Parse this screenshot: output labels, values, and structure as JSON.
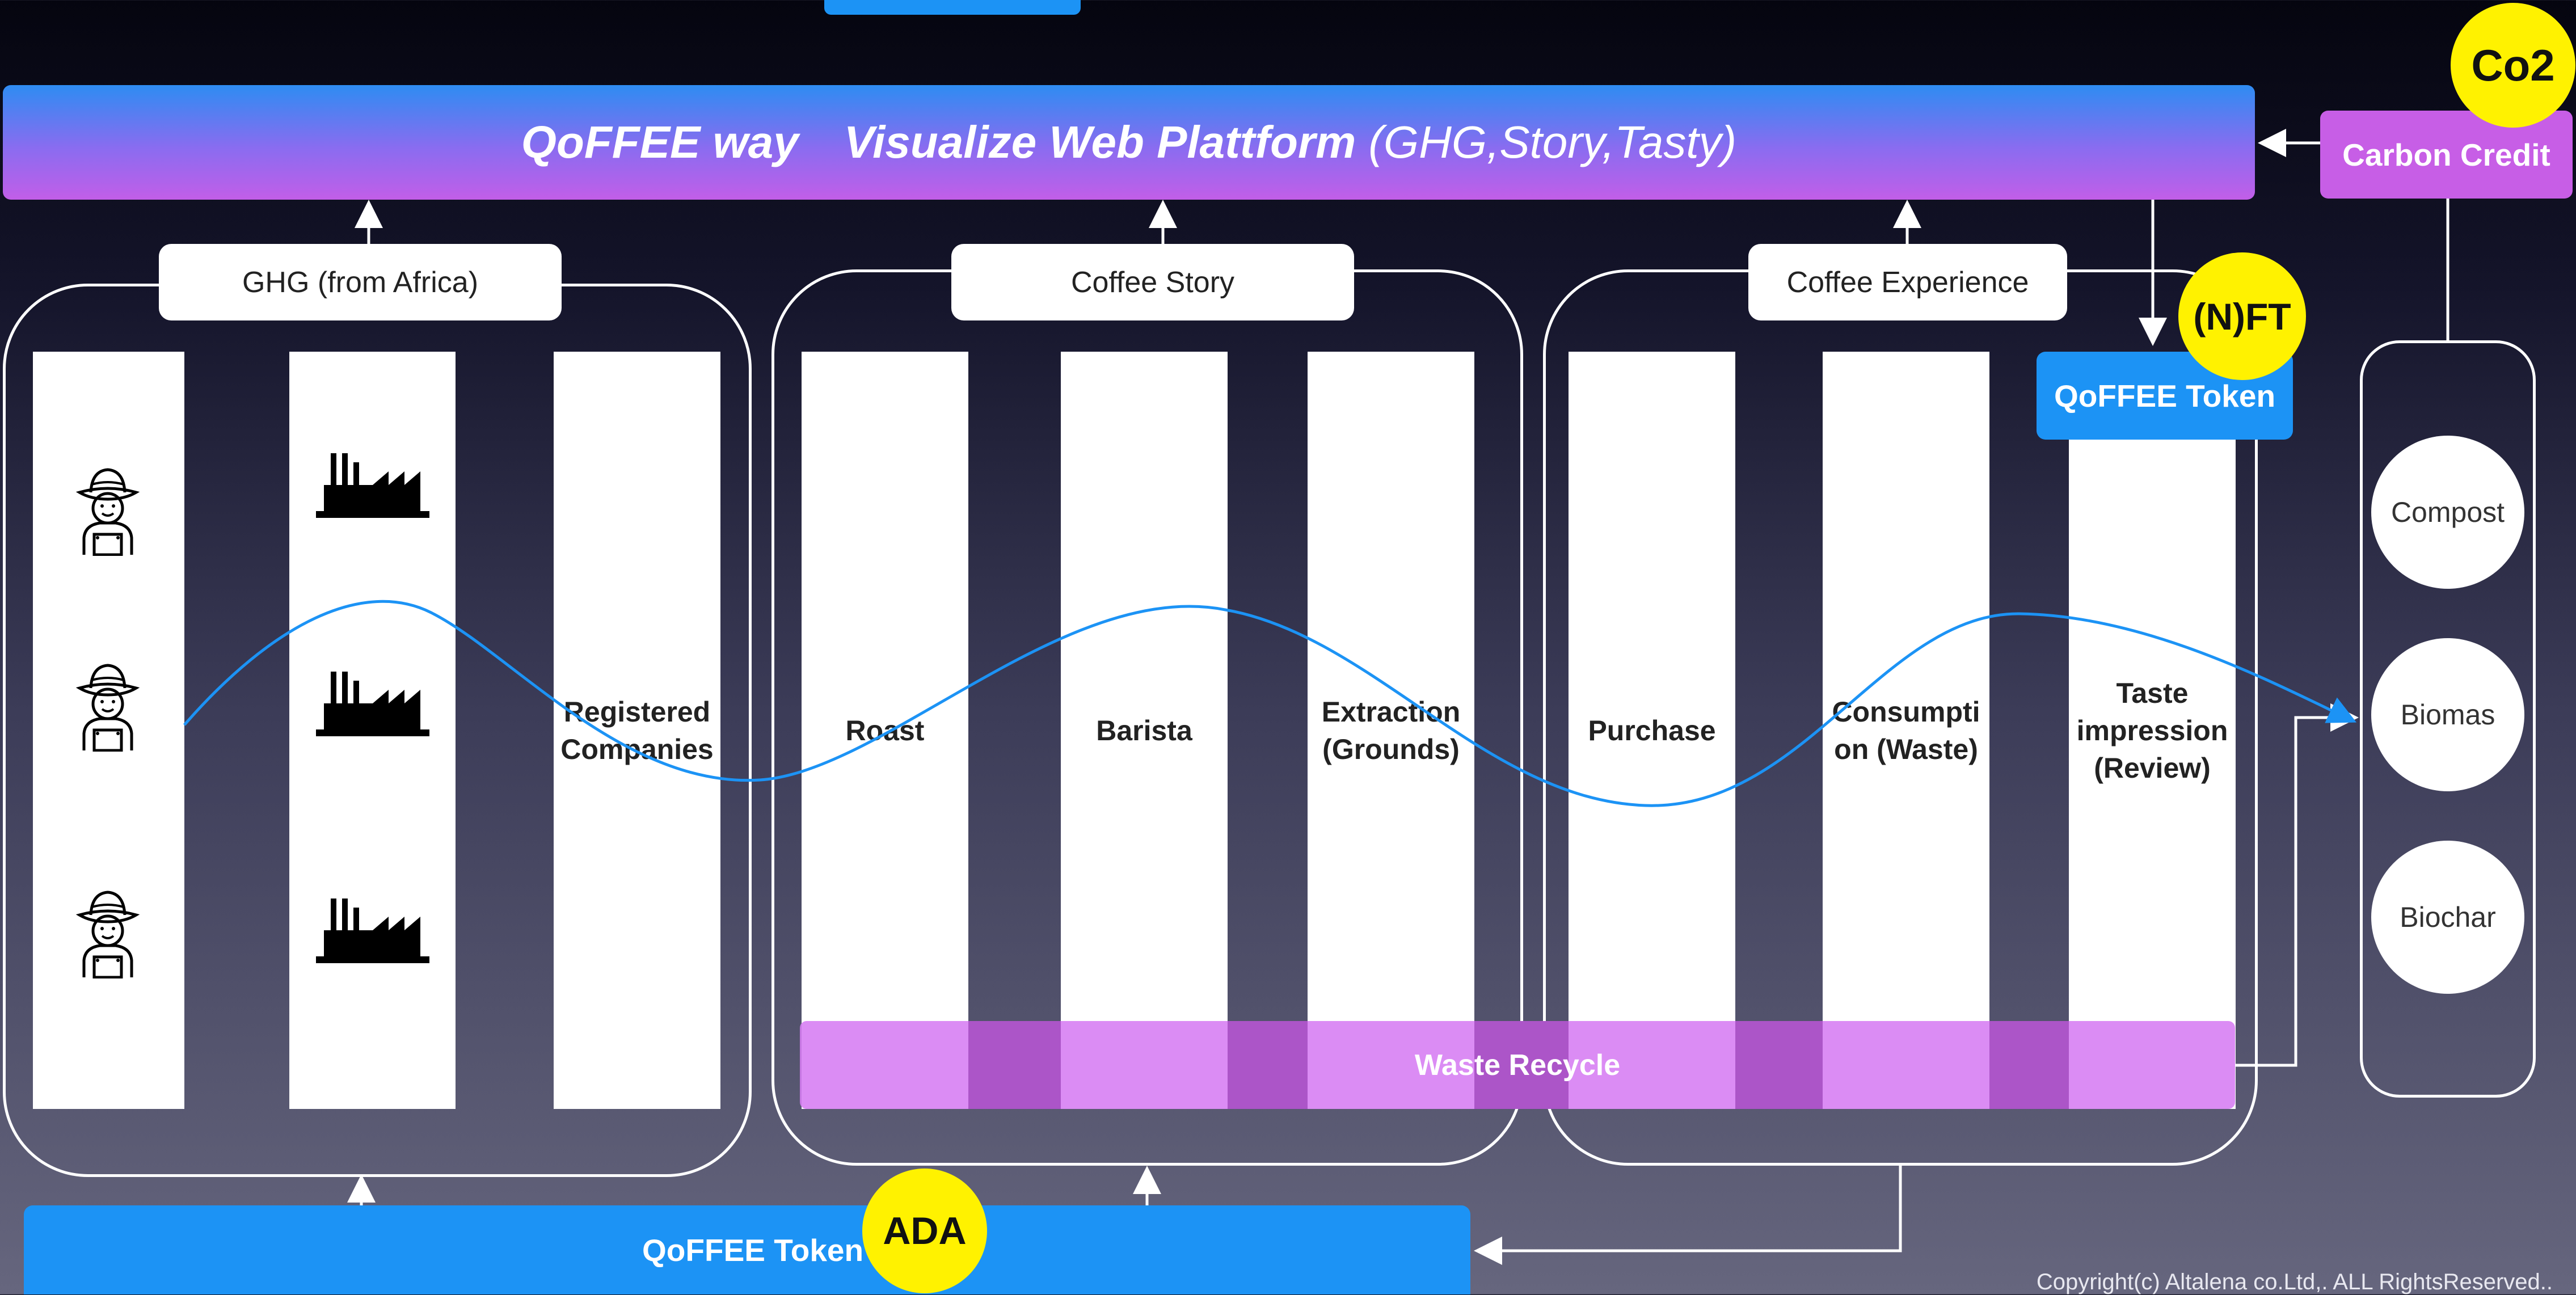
{
  "banner": {
    "part1": "QoFFEE way",
    "part2": "Visualize Web Plattform",
    "part3": "(GHG,Story,Tasty)"
  },
  "carbon_credit": {
    "label": "Carbon Credit",
    "badge": "Co2"
  },
  "groups": [
    {
      "label": "GHG (from Africa)"
    },
    {
      "label": "Coffee Story"
    },
    {
      "label": "Coffee Experience"
    }
  ],
  "columns": {
    "farmers": {
      "icon": "farmer-icon",
      "count": 3
    },
    "factories": {
      "icon": "factory-icon",
      "count": 3
    },
    "registered": "Registered Companies",
    "roast": "Roast",
    "barista": "Barista",
    "extraction": "Extraction (Grounds)",
    "purchase": "Purchase",
    "consumption": "Consumpti on (Waste)",
    "taste": "Taste impression (Review)"
  },
  "waste_recycle": "Waste Recycle",
  "nft": {
    "badge": "(N)FT",
    "token": "QoFFEE Token"
  },
  "recycle_outputs": [
    "Compost",
    "Biomas",
    "Biochar"
  ],
  "bottom_token": {
    "label": "QoFFEE Token",
    "badge": "ADA"
  },
  "copyright": "Copyright(c) Altalena co.Ltd,. ALL RightsReserved..",
  "colors": {
    "banner_blue": "#2e8cf2",
    "banner_purple": "#c25ee8",
    "token_blue": "#1c93f5",
    "carbon_purple": "#c75ee6",
    "badge_yellow": "#fff200",
    "wave_line": "#1c93f5",
    "waste_band": "#d67cf2"
  }
}
